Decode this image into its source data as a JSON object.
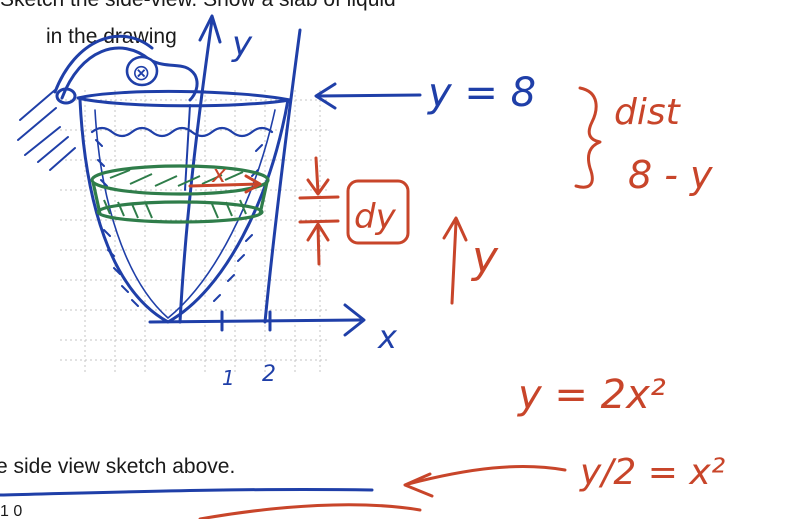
{
  "printed_text": {
    "line1": "Sketch the side-view.  Show a slab of liquid",
    "line2": "in the drawing",
    "line3": "e side view sketch above.",
    "line4": "1  0"
  },
  "annotations_blue": {
    "y_axis": "y",
    "x_axis": "x",
    "valve": "⊗",
    "top_level": "y = 8",
    "tick1": "1",
    "tick2": "2"
  },
  "annotations_red": {
    "distance_label": "dist",
    "distance_value": "8 - y",
    "slab_label": "dy",
    "height_label": "y",
    "equation": "y = 2x²",
    "solved": "y/2 = x²",
    "slab_radius": "x"
  },
  "colors": {
    "blue_ink": "#1f3fa8",
    "red_ink": "#c8452a",
    "green_ink": "#2f7d4a",
    "grid": "#b8b8b8"
  }
}
